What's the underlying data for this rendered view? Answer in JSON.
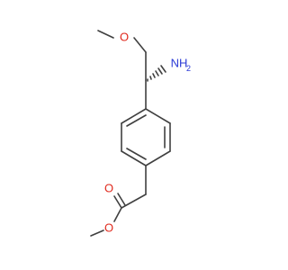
{
  "molecule": {
    "atoms": {
      "o_ether": "O",
      "n_amine": "NH",
      "n_amine_h_count": "2",
      "o_carbonyl": "O",
      "o_ester": "O"
    },
    "colors": {
      "bond": "#404040",
      "oxygen": "#e0281c",
      "nitrogen": "#2a3ad6",
      "background": "#ffffff"
    },
    "stereo": "hashed-wedge"
  }
}
